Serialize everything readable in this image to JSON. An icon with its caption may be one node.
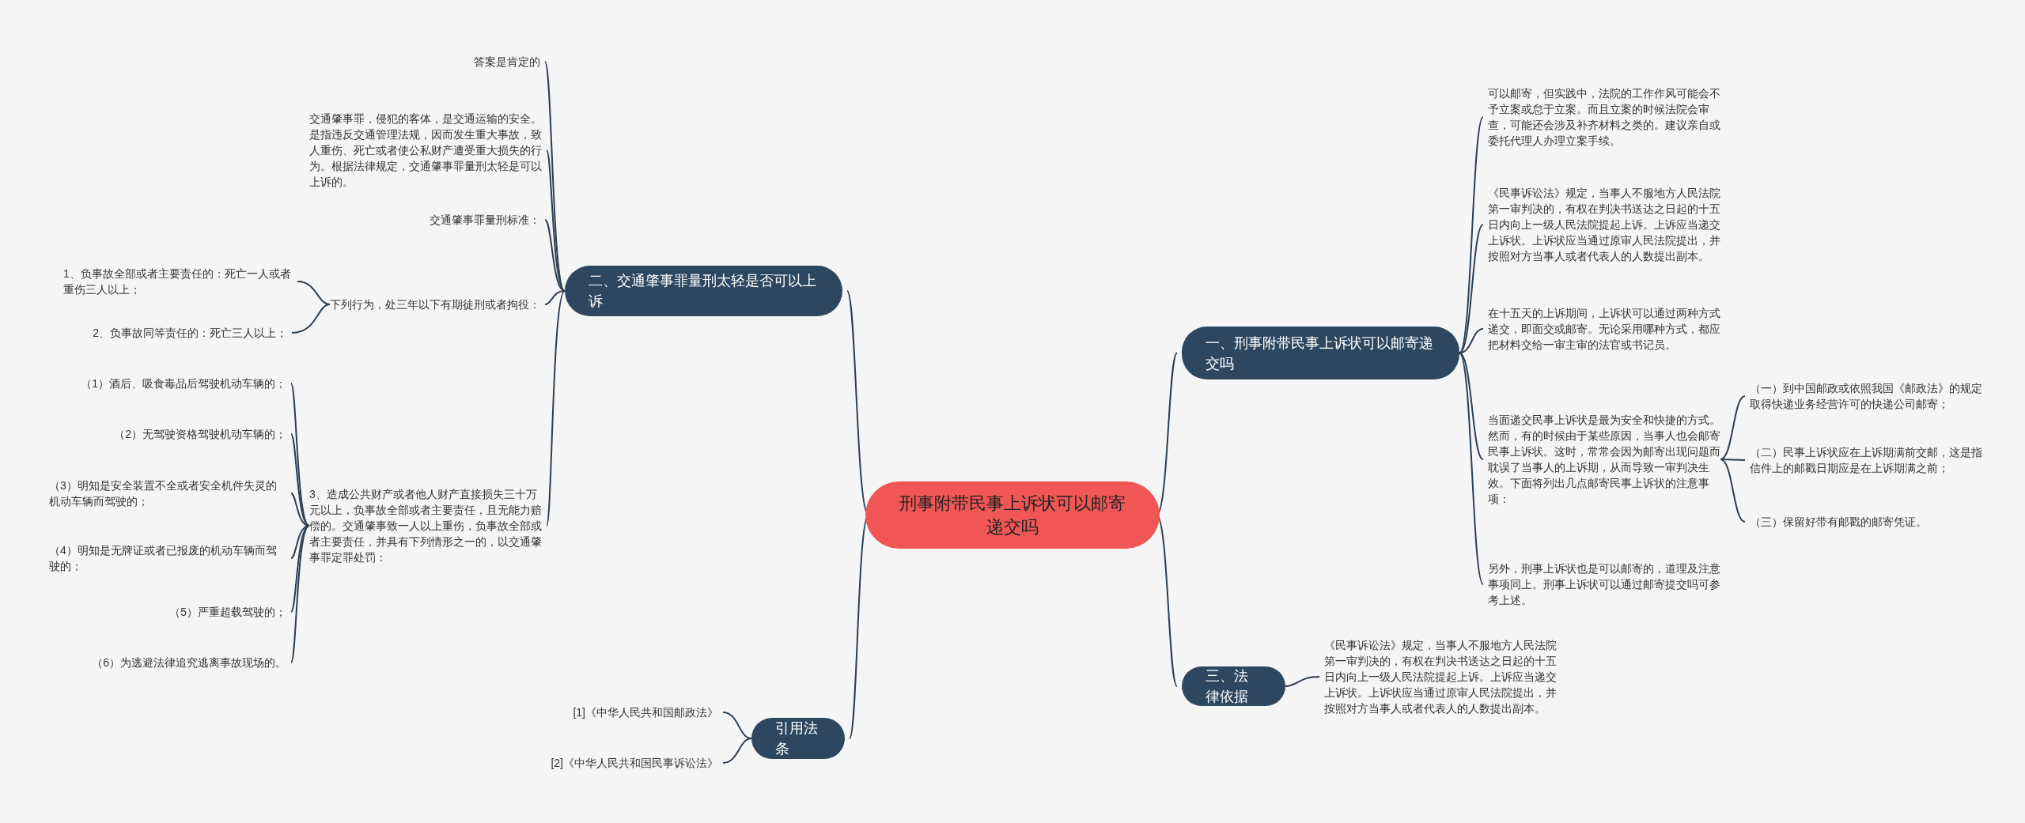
{
  "diagram": {
    "nodes": [
      {
        "text": [
          "刑事附带民事上诉状可以邮寄递交吗"
        ]
      },
      {
        "text": [
          "二、交通肇事罪量刑太轻是否可以上诉"
        ]
      },
      {
        "text": [
          "答案是肯定的"
        ]
      },
      {
        "text": [
          "交通肇事罪，侵犯的客体，是交通运输的安全。是指违反交通管理法规，因而发生重大事故，致人重伤、死亡或者使公私财产遭受重大损失的行为。根据法律规定，交通肇事罪量刑太轻是可以上诉的。"
        ]
      },
      {
        "text": [
          "交通肇事罪量刑标准："
        ]
      },
      {
        "text": [
          "下列行为，处三年以下有期徒刑或者拘役："
        ]
      },
      {
        "text": [
          "1、负事故全部或者主要责任的：死亡一人或者重伤三人以上；"
        ]
      },
      {
        "text": [
          "2、负事故同等责任的：死亡三人以上；"
        ]
      },
      {
        "text": [
          "3、造成公共财产或者他人财产直接损失三十万元以上，负事故全部或者主要责任，且无能力赔偿的。交通肇事致一人以上重伤，负事故全部或者主要责任，并具有下列情形之一的，以交通肇事罪定罪处罚："
        ]
      },
      {
        "text": [
          "（1）酒后、吸食毒品后驾驶机动车辆的；"
        ]
      },
      {
        "text": [
          "（2）无驾驶资格驾驶机动车辆的；"
        ]
      },
      {
        "text": [
          "（3）明知是安全装置不全或者安全机件失灵的机动车辆而驾驶的；"
        ]
      },
      {
        "text": [
          "（4）明知是无牌证或者已报废的机动车辆而驾驶的；"
        ]
      },
      {
        "text": [
          "（5）严重超载驾驶的；"
        ]
      },
      {
        "text": [
          "（6）为逃避法律追究逃离事故现场的。"
        ]
      },
      {
        "text": [
          "引用法条"
        ]
      },
      {
        "text": [
          "[1]《中华人民共和国邮政法》"
        ]
      },
      {
        "text": [
          "[2]《中华人民共和国民事诉讼法》"
        ]
      },
      {
        "text": [
          "一、刑事附带民事上诉状可以邮寄递交吗"
        ]
      },
      {
        "text": [
          "可以邮寄，但实践中，法院的工作作风可能会不予立案或怠于立案。而且立案的时候法院会审查，可能还会涉及补齐材料之类的。建议亲自或委托代理人办理立案手续。"
        ]
      },
      {
        "text": [
          "《民事诉讼法》规定，当事人不服地方人民法院第一审判决的，有权在判决书送达之日起的十五日内向上一级人民法院提起上诉。上诉应当递交上诉状。上诉状应当通过原审人民法院提出，并按照对方当事人或者代表人的人数提出副本。"
        ]
      },
      {
        "text": [
          "在十五天的上诉期间，上诉状可以通过两种方式递交，即面交或邮寄。无论采用哪种方式，都应把材料交给一审主审的法官或书记员。"
        ]
      },
      {
        "text": [
          "当面递交民事上诉状是最为安全和快捷的方式。然而，有的时候由于某些原因，当事人也会邮寄民事上诉状。这时，常常会因为邮寄出现问题而耽误了当事人的上诉期，从而导致一审判决生效。下面将列出几点邮寄民事上诉状的注意事项："
        ]
      },
      {
        "text": [
          "另外，刑事上诉状也是可以邮寄的，道理及注意事项同上。刑事上诉状可以通过邮寄提交吗可参考上述。"
        ]
      },
      {
        "text": [
          "（一）到中国邮政或依照我国《邮政法》的规定取得快递业务经营许可的快递公司邮寄；"
        ]
      },
      {
        "text": [
          "（二）民事上诉状应在上诉期满前交邮，这是指信件上的邮戳日期应是在上诉期满之前；"
        ]
      },
      {
        "text": [
          "（三）保留好带有邮戳的邮寄凭证。"
        ]
      },
      {
        "text": [
          "三、法律依据"
        ]
      },
      {
        "text": [
          "《民事诉讼法》规定，当事人不服地方人民法院第一审判决的，有权在判决书送达之日起的十五日内向上一级人民法院提起上诉。上诉应当递交上诉状。上诉状应当通过原审人民法院提出，并按照对方当事人或者代表人的人数提出副本。"
        ]
      }
    ],
    "edges": [
      {
        "from": 0,
        "to": 1,
        "arrow": "none"
      },
      {
        "from": 1,
        "to": 2,
        "arrow": "none"
      },
      {
        "from": 1,
        "to": 3,
        "arrow": "none"
      },
      {
        "from": 1,
        "to": 4,
        "arrow": "none"
      },
      {
        "from": 1,
        "to": 5,
        "arrow": "none"
      },
      {
        "from": 5,
        "to": 6,
        "arrow": "none"
      },
      {
        "from": 5,
        "to": 7,
        "arrow": "none"
      },
      {
        "from": 1,
        "to": 8,
        "arrow": "none"
      },
      {
        "from": 8,
        "to": 9,
        "arrow": "none"
      },
      {
        "from": 8,
        "to": 10,
        "arrow": "none"
      },
      {
        "from": 8,
        "to": 11,
        "arrow": "none"
      },
      {
        "from": 8,
        "to": 12,
        "arrow": "none"
      },
      {
        "from": 8,
        "to": 13,
        "arrow": "none"
      },
      {
        "from": 8,
        "to": 14,
        "arrow": "none"
      },
      {
        "from": 0,
        "to": 15,
        "arrow": "none"
      },
      {
        "from": 15,
        "to": 16,
        "arrow": "none"
      },
      {
        "from": 15,
        "to": 17,
        "arrow": "none"
      },
      {
        "from": 0,
        "to": 18,
        "arrow": "none"
      },
      {
        "from": 18,
        "to": 19,
        "arrow": "none"
      },
      {
        "from": 18,
        "to": 20,
        "arrow": "none"
      },
      {
        "from": 18,
        "to": 21,
        "arrow": "none"
      },
      {
        "from": 18,
        "to": 22,
        "arrow": "none"
      },
      {
        "from": 22,
        "to": 24,
        "arrow": "none"
      },
      {
        "from": 22,
        "to": 25,
        "arrow": "none"
      },
      {
        "from": 22,
        "to": 26,
        "arrow": "none"
      },
      {
        "from": 18,
        "to": 23,
        "arrow": "none"
      },
      {
        "from": 0,
        "to": 27,
        "arrow": "none"
      },
      {
        "from": 27,
        "to": 28,
        "arrow": "none"
      }
    ]
  }
}
